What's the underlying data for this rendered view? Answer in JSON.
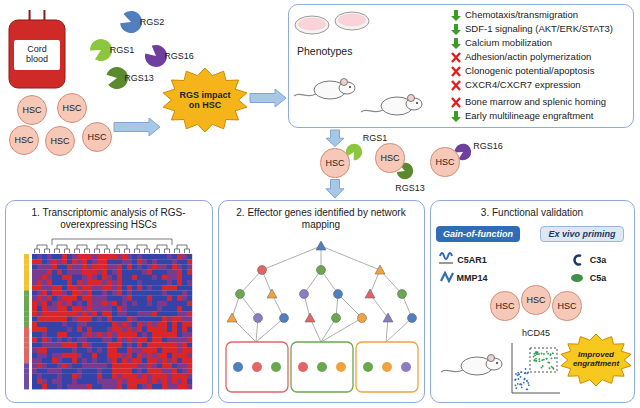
{
  "diagram": {
    "nodes": [
      {
        "text": [
          "Cord blood"
        ]
      },
      {
        "text": [
          "HSC"
        ]
      },
      {
        "text": [
          "HSC"
        ]
      },
      {
        "text": [
          "HSC"
        ]
      },
      {
        "text": [
          "HSC"
        ]
      },
      {
        "text": [
          "HSC"
        ]
      },
      {
        "text": [
          "RGS impact on HSC"
        ]
      },
      {
        "text": [
          "Phenotypes",
          "Chemotaxis/transmigration",
          "SDF-1 signaling (AKT/ERK/STAT3)",
          "Calcium mobilization",
          "Adhesion/actin polymerization",
          "Clonogenic potential/apoptosis",
          "CXCR4/CXCR7 expression",
          "Bone marrow and splenic homing",
          "Early multilineage engraftment"
        ]
      },
      {
        "text": [
          "HSC"
        ]
      },
      {
        "text": [
          "HSC"
        ]
      },
      {
        "text": [
          "HSC"
        ]
      },
      {
        "text": [
          "1. Transcriptomic analysis of RGS-overexpressing HSCs"
        ]
      },
      {
        "text": [
          "2. Effector genes identified by network mapping"
        ]
      },
      {
        "text": [
          "3. Functional validation"
        ]
      },
      {
        "text": [
          "Gain-of-function"
        ],
        "in": 13
      },
      {
        "text": [
          "Ex vivo priming"
        ],
        "in": 13
      },
      {
        "text": [
          "HSC"
        ],
        "in": 13
      },
      {
        "text": [
          "HSC"
        ],
        "in": 13
      },
      {
        "text": [
          "HSC"
        ],
        "in": 13
      },
      {
        "text": [
          "Improved engraftment"
        ],
        "in": 13
      }
    ],
    "edges": [
      {
        "from": 5,
        "to": 6,
        "arrow": "to"
      },
      {
        "from": 6,
        "to": 7,
        "arrow": "to"
      },
      {
        "from": 7,
        "to": 8,
        "arrow": "to"
      },
      {
        "from": 8,
        "to": 12,
        "arrow": "to"
      }
    ],
    "labels": [
      "RGS2",
      "RGS1",
      "RGS16",
      "RGS13",
      "RGS1",
      "RGS13",
      "RGS16",
      "C5AR1",
      "MMP14",
      "C3a",
      "C5a",
      "hCD45"
    ]
  }
}
